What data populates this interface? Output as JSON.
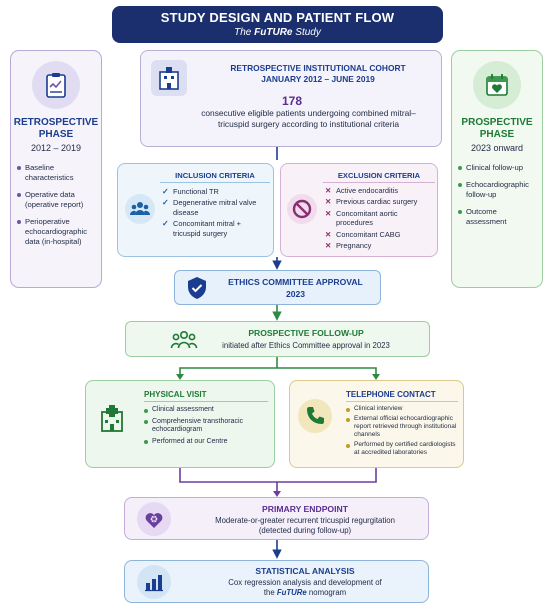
{
  "header": {
    "title": "STUDY DESIGN AND PATIENT FLOW",
    "subtitle_prefix": "The ",
    "subtitle_study": "FuTURe",
    "subtitle_suffix": " Study"
  },
  "left_phase": {
    "title_line1": "RETROSPECTIVE",
    "title_line2": "PHASE",
    "years": "2012 – 2019",
    "items": [
      "Baseline characteristics",
      "Operative data (operative report)",
      "Perioperative echocardiographic data (in-hospital)"
    ],
    "icon": "clipboard-chart-icon"
  },
  "right_phase": {
    "title_line1": "PROSPECTIVE",
    "title_line2": "PHASE",
    "years": "2023 onward",
    "items": [
      "Clinical follow-up",
      "Echocardiographic follow-up",
      "Outcome assessment"
    ],
    "icon": "calendar-heart-icon"
  },
  "cohort": {
    "title": "RETROSPECTIVE INSTITUTIONAL COHORT",
    "dates": "JANUARY 2012 – JUNE 2019",
    "count": "178",
    "description": "consecutive eligible patients undergoing combined mitral–tricuspid surgery according to institutional criteria",
    "icon": "hospital-icon"
  },
  "inclusion": {
    "title": "INCLUSION CRITERIA",
    "items": [
      "Functional TR",
      "Degenerative mitral valve disease",
      "Concomitant mitral + tricuspid surgery"
    ],
    "icon": "group-icon"
  },
  "exclusion": {
    "title": "EXCLUSION CRITERIA",
    "items": [
      "Active endocarditis",
      "Previous cardiac surgery",
      "Concomitant aortic procedures",
      "Concomitant CABG",
      "Pregnancy"
    ],
    "icon": "prohibited-icon"
  },
  "ethics": {
    "title": "ETHICS COMMITTEE APPROVAL",
    "year": "2023",
    "icon": "shield-check-icon"
  },
  "followup": {
    "title": "PROSPECTIVE FOLLOW-UP",
    "description": "initiated after Ethics Committee approval in 2023",
    "icon": "people-icon"
  },
  "physical_visit": {
    "title": "PHYSICAL VISIT",
    "items": [
      "Clinical assessment",
      "Comprehensive transthoracic echocardiogram",
      "Performed at our Centre"
    ],
    "icon": "clinic-building-icon"
  },
  "telephone": {
    "title": "TELEPHONE CONTACT",
    "items": [
      "Clinical interview",
      "External official echocardiographic report retrieved through institutional channels",
      "Performed by certified cardiologists at accredited laboratories"
    ],
    "icon": "phone-icon"
  },
  "endpoint": {
    "title": "PRIMARY ENDPOINT",
    "line1": "Moderate-or-greater recurrent tricuspid regurgitation",
    "line2": "(detected during follow-up)",
    "icon": "heart-valve-icon"
  },
  "stats": {
    "title": "STATISTICAL ANALYSIS",
    "line1": "Cox regression analysis and development of",
    "line2_prefix": "the ",
    "line2_study": "FuTURe",
    "line2_suffix": " nomogram",
    "icon": "bar-chart-icon"
  },
  "colors": {
    "navy": "#1b2f6e",
    "blue": "#1b3d8f",
    "green": "#1e7a34",
    "purple": "#5a2d91",
    "magenta": "#8a2f6f"
  }
}
